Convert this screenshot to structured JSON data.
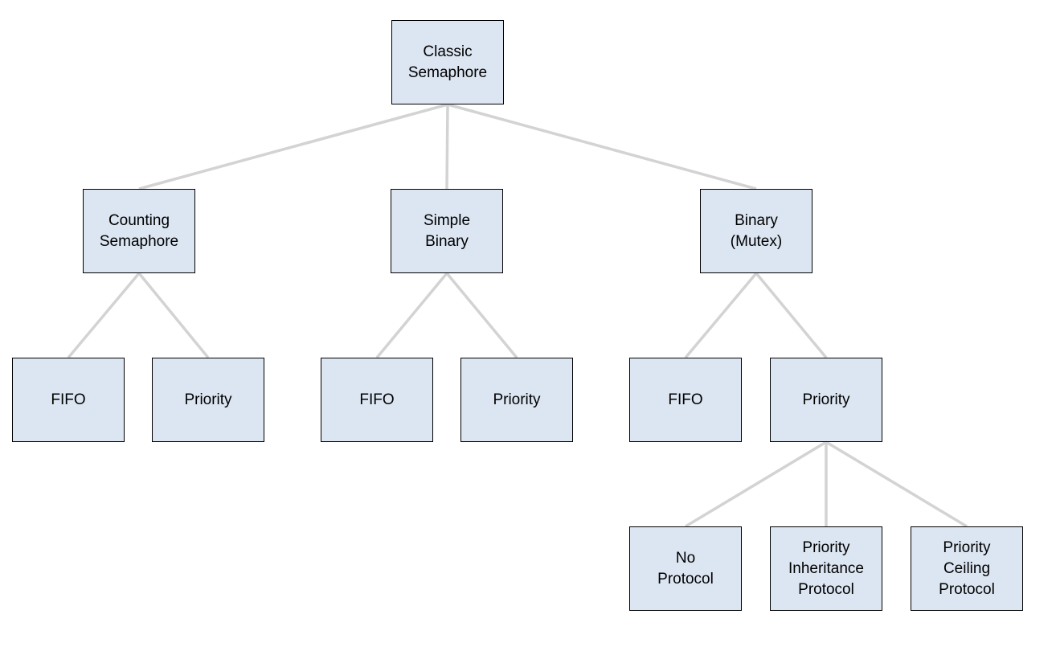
{
  "diagram": {
    "type": "tree",
    "nodes": {
      "classic": {
        "label": "Classic\nSemaphore"
      },
      "counting": {
        "label": "Counting\nSemaphore"
      },
      "simple_binary": {
        "label": "Simple\nBinary"
      },
      "binary_mutex": {
        "label": "Binary\n(Mutex)"
      },
      "counting_fifo": {
        "label": "FIFO"
      },
      "counting_priority": {
        "label": "Priority"
      },
      "simple_fifo": {
        "label": "FIFO"
      },
      "simple_priority": {
        "label": "Priority"
      },
      "binary_fifo": {
        "label": "FIFO"
      },
      "binary_priority": {
        "label": "Priority"
      },
      "no_protocol": {
        "label": "No\nProtocol"
      },
      "priority_inheritance": {
        "label": "Priority\nInheritance\nProtocol"
      },
      "priority_ceiling": {
        "label": "Priority\nCeiling\nProtocol"
      }
    },
    "edges": [
      [
        "classic",
        "counting"
      ],
      [
        "classic",
        "simple_binary"
      ],
      [
        "classic",
        "binary_mutex"
      ],
      [
        "counting",
        "counting_fifo"
      ],
      [
        "counting",
        "counting_priority"
      ],
      [
        "simple_binary",
        "simple_fifo"
      ],
      [
        "simple_binary",
        "simple_priority"
      ],
      [
        "binary_mutex",
        "binary_fifo"
      ],
      [
        "binary_mutex",
        "binary_priority"
      ],
      [
        "binary_priority",
        "no_protocol"
      ],
      [
        "binary_priority",
        "priority_inheritance"
      ],
      [
        "binary_priority",
        "priority_ceiling"
      ]
    ],
    "colors": {
      "background": "#ffffff",
      "node_fill": "#dce6f2",
      "node_border": "#000000",
      "edge": "#d3d3d3",
      "text": "#000000"
    },
    "edge_width": 3.5
  }
}
